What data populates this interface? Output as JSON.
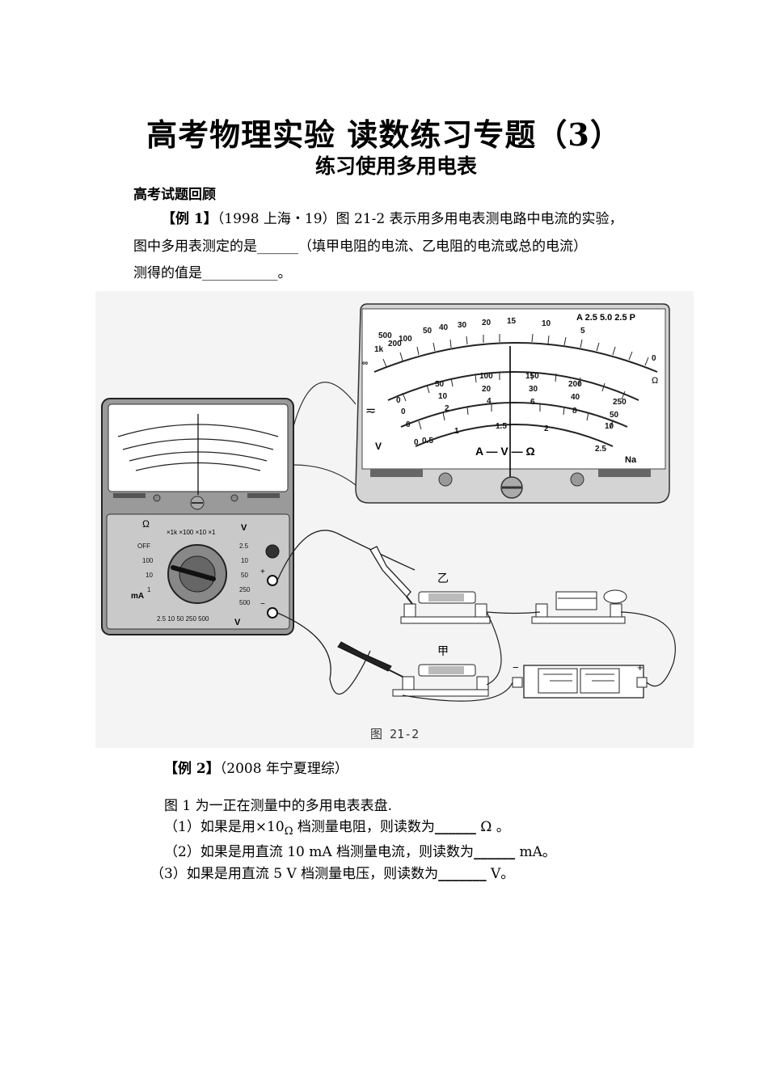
{
  "doc": {
    "title": "高考物理实验 读数练习专题（3）",
    "subtitle": "练习使用多用电表",
    "section": "高考试题回顾"
  },
  "example1": {
    "tag": "【例 1】",
    "line1_rest": "（1998 上海・19）图 21-2 表示用多用电表测电路中电流的实验，",
    "line2_a": "图中多用表测定的是",
    "line2_blank": "______",
    "line2_b": "（填甲电阻的电流、乙电阻的电流或总的电流）",
    "line3_a": "测得的值是",
    "line3_blank": "___________",
    "line3_b": "。"
  },
  "figure": {
    "caption": "图 21-2",
    "resistor_yi": "乙",
    "resistor_jia": "甲",
    "battery_minus": "−",
    "battery_plus": "+",
    "meter_big": {
      "ohm_scale": [
        "∞",
        "1k",
        "500",
        "200",
        "100",
        "50",
        "40",
        "30",
        "20",
        "15",
        "10",
        "5",
        "0"
      ],
      "dc_scale_1": [
        "0",
        "50",
        "100",
        "150",
        "200",
        "250"
      ],
      "dc_scale_2": [
        "0",
        "10",
        "20",
        "30",
        "40",
        "50"
      ],
      "dc_scale_3": [
        "0",
        "2",
        "4",
        "6",
        "8",
        "10"
      ],
      "ac_scale": [
        "0",
        "0.5",
        "1",
        "1.5",
        "2",
        "2.5"
      ],
      "corner_label": "A 2.5 5.0 2.5 P",
      "omega_mark": "Ω",
      "center_label": "A — V — Ω",
      "brand": "Na",
      "left_mark_dc": "≂",
      "left_mark_ac": "V"
    },
    "meter_small": {
      "selector_top": "Ω",
      "selector_ranges": "×1k ×100 ×10 ×1",
      "selector_v": "V",
      "left_values": [
        "OFF",
        "100",
        "10",
        "1"
      ],
      "right_values": [
        "2.5",
        "10",
        "50",
        "250",
        "500"
      ],
      "bottom_values": "2.5  10  50  250 500",
      "bottom_unit": "V",
      "ma_label": "mA",
      "plus": "+",
      "minus": "−"
    }
  },
  "example2": {
    "tag": "【例 2】",
    "source": "（2008 年宁夏理综）",
    "intro": "图 1 为一正在测量中的多用电表表盘.",
    "q1_a": "（1）如果是用×10",
    "q1_omega": "Ω",
    "q1_b": " 档测量电阻，则读数为",
    "q1_blank": "______",
    "q1_unit": " Ω 。",
    "q2_a": "（2）如果是用直流 10 mA 档测量电流，则读数为",
    "q2_blank": "______",
    "q2_unit": " mA。",
    "q3_a": "（3）如果是用直流 5 V 档测量电压，则读数为",
    "q3_blank": "_______",
    "q3_unit": " V。"
  }
}
